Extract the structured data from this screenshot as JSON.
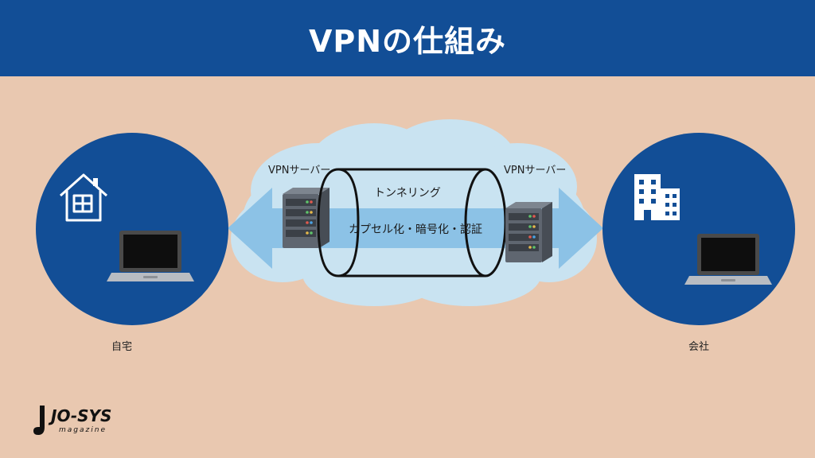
{
  "header": {
    "title": "VPNの仕組み"
  },
  "labels": {
    "home": "自宅",
    "office": "会社",
    "vpn_server_left": "VPNサーバー",
    "vpn_server_right": "VPNサーバー",
    "tunneling": "トンネリング",
    "encapsulation": "カプセル化・暗号化・認証"
  },
  "logo": {
    "name": "JO-SYS",
    "sub": "magazine"
  },
  "colors": {
    "header_bg": "#124e96",
    "background": "#e9c8b0",
    "circle": "#124e96",
    "cloud": "#c9e3f1",
    "arrow": "#8cc2e6"
  }
}
